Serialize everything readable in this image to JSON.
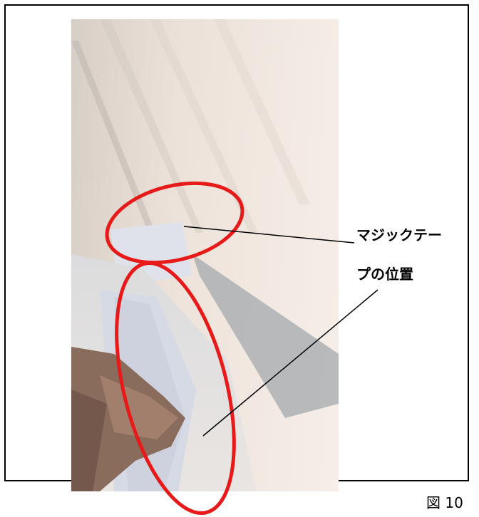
{
  "annotation": {
    "label_line1": "マジックテー",
    "label_line2": "プの位置"
  },
  "caption": {
    "text": "図 10"
  },
  "colors": {
    "circle": "#e81919",
    "leader_line": "#000000",
    "frame": "#000000"
  }
}
